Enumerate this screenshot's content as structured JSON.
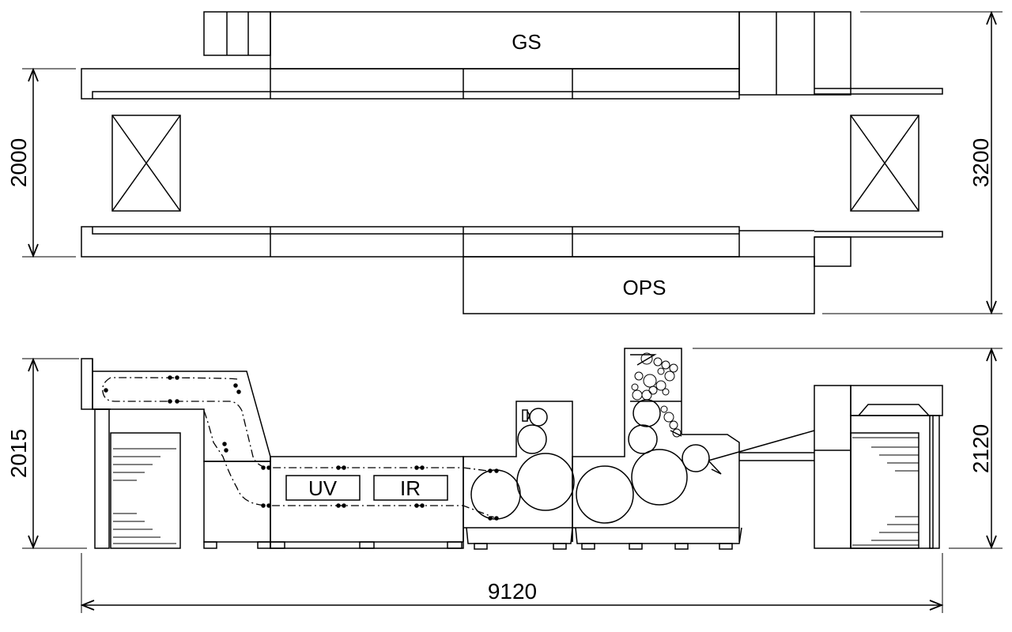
{
  "plan_view": {
    "labels": {
      "gs": "GS",
      "ops": "OPS"
    },
    "dimensions": {
      "width": "2000",
      "depth": "3200"
    }
  },
  "side_view": {
    "labels": {
      "uv": "UV",
      "ir": "IR"
    },
    "dimensions": {
      "height_left": "2015",
      "height_right": "2120",
      "total_length": "9120"
    }
  },
  "colors": {
    "line": "#000000",
    "background": "#ffffff"
  }
}
